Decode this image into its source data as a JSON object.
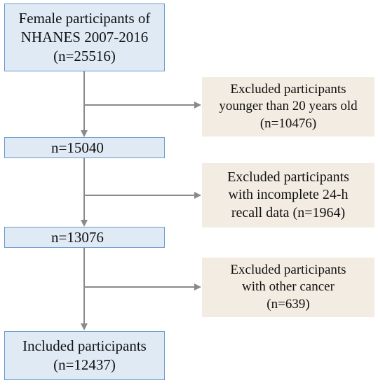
{
  "flowchart": {
    "start": {
      "line1": "Female participants of",
      "line2": "NHANES 2007-2016",
      "line3": "(n=25516)"
    },
    "step1": {
      "count": "n=15040",
      "excluded": {
        "line1": "Excluded participants",
        "line2": "younger than 20 years old",
        "line3": "(n=10476)"
      }
    },
    "step2": {
      "count": "n=13076",
      "excluded": {
        "line1": "Excluded participants",
        "line2": "with incomplete 24-h",
        "line3": "recall data (n=1964)"
      }
    },
    "step3": {
      "excluded": {
        "line1": "Excluded participants",
        "line2": "with other cancer",
        "line3": "(n=639)"
      }
    },
    "final": {
      "line1": "Included participants",
      "line2": "(n=12437)"
    }
  },
  "colors": {
    "main_box_fill": "#dfeaf5",
    "main_box_border": "#6a9bcc",
    "excluded_box_fill": "#f3ece3",
    "connector": "#8a8a8a"
  }
}
